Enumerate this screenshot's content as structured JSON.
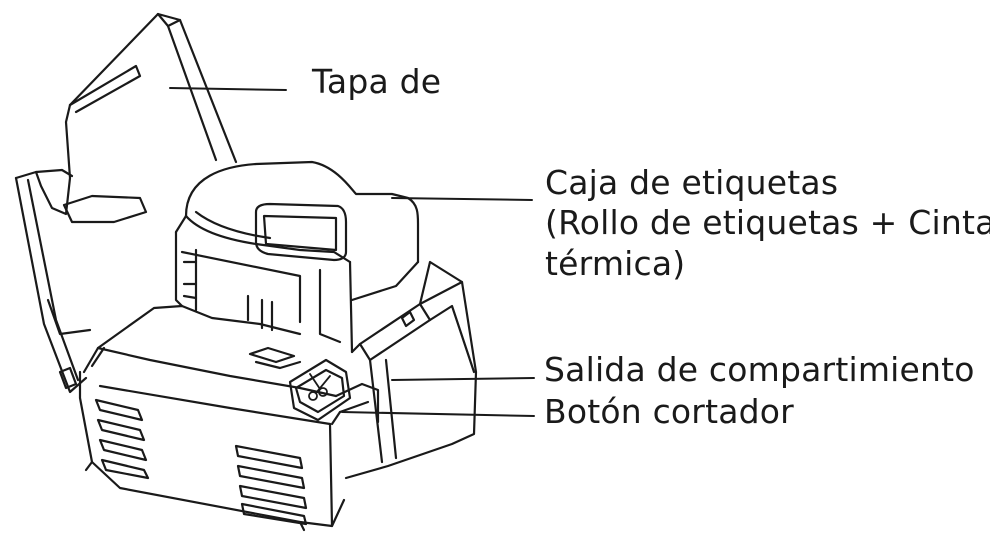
{
  "labels": {
    "lid": "Tapa de",
    "label_box_line1": "Caja de etiquetas",
    "label_box_line2": "(Rollo de etiquetas + Cinta",
    "label_box_line3": "térmica)",
    "compartment_exit": "Salida de compartimiento",
    "cutter_button": "Botón cortador"
  },
  "colors": {
    "line": "#1a1a1a",
    "background": "#ffffff"
  }
}
